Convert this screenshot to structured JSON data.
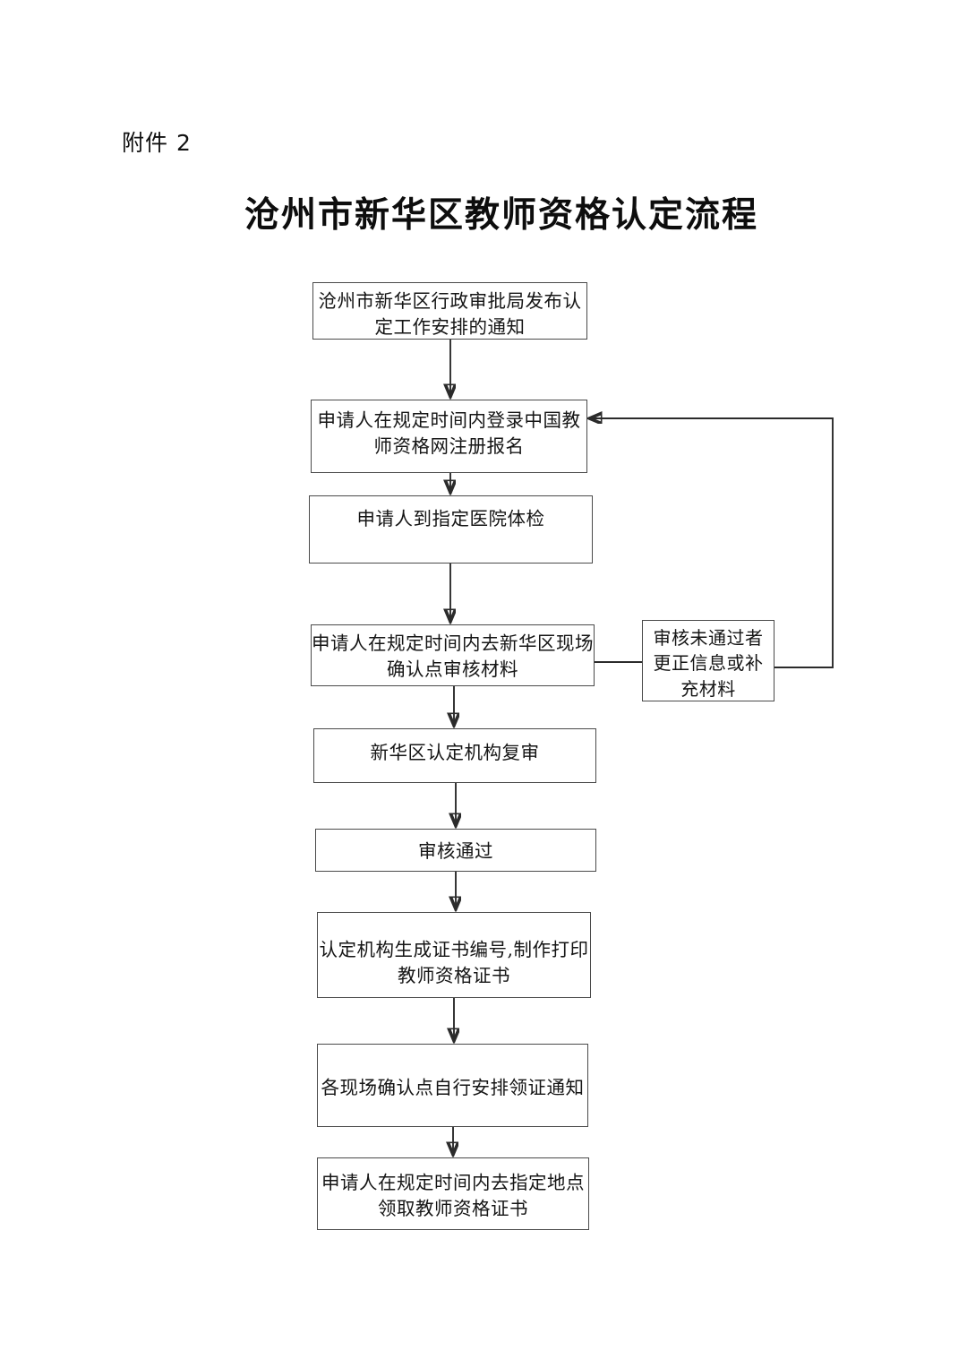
{
  "document": {
    "attachment_label": "附件 2",
    "title": "沧州市新华区教师资格认定流程"
  },
  "flowchart": {
    "nodes": [
      {
        "id": "n1",
        "name": "node-publish-notice",
        "text": "沧州市新华区行政审批局发布认\n定工作安排的通知"
      },
      {
        "id": "n2",
        "name": "node-online-registration",
        "text": "申请人在规定时间内登录中国教\n师资格网注册报名"
      },
      {
        "id": "n3",
        "name": "node-medical-exam",
        "text": "申请人到指定医院体检"
      },
      {
        "id": "n4",
        "name": "node-onsite-verification",
        "text": "申请人在规定时间内去新华区现场\n确认点审核材料"
      },
      {
        "id": "n5",
        "name": "node-agency-review",
        "text": "新华区认定机构复审"
      },
      {
        "id": "n6",
        "name": "node-review-passed",
        "text": "审核通过"
      },
      {
        "id": "n7",
        "name": "node-generate-certificate",
        "text": "认定机构生成证书编号,制作打印\n教师资格证书"
      },
      {
        "id": "n8",
        "name": "node-collection-notice",
        "text": "各现场确认点自行安排领证通知"
      },
      {
        "id": "n9",
        "name": "node-collect-certificate",
        "text": "申请人在规定时间内去指定地点\n领取教师资格证书"
      },
      {
        "id": "n10",
        "name": "node-review-failed-correct",
        "text": "审核未通过者\n更正信息或补\n充材料"
      }
    ],
    "edges": [
      {
        "name": "edge-n1-to-n2",
        "from": "n1",
        "to": "n2",
        "type": "vertical-arrow"
      },
      {
        "name": "edge-n2-to-n3",
        "from": "n2",
        "to": "n3",
        "type": "vertical-arrow"
      },
      {
        "name": "edge-n3-to-n4",
        "from": "n3",
        "to": "n4",
        "type": "vertical-arrow"
      },
      {
        "name": "edge-n4-to-n5",
        "from": "n4",
        "to": "n5",
        "type": "vertical-arrow"
      },
      {
        "name": "edge-n5-to-n6",
        "from": "n5",
        "to": "n6",
        "type": "vertical-arrow"
      },
      {
        "name": "edge-n6-to-n7",
        "from": "n6",
        "to": "n7",
        "type": "vertical-arrow"
      },
      {
        "name": "edge-n7-to-n8",
        "from": "n7",
        "to": "n8",
        "type": "vertical-arrow"
      },
      {
        "name": "edge-n8-to-n9",
        "from": "n8",
        "to": "n9",
        "type": "vertical-arrow"
      },
      {
        "name": "edge-n4-to-n10",
        "from": "n4",
        "to": "n10",
        "type": "horizontal-plain"
      },
      {
        "name": "edge-n10-to-n2",
        "from": "n10",
        "to": "n2",
        "type": "feedback-loop-arrow"
      }
    ]
  },
  "style": {
    "page_background": "#ffffff",
    "node_border": "#4a4a4a",
    "edge_color": "#2b2b2b",
    "text_color": "#151515"
  }
}
